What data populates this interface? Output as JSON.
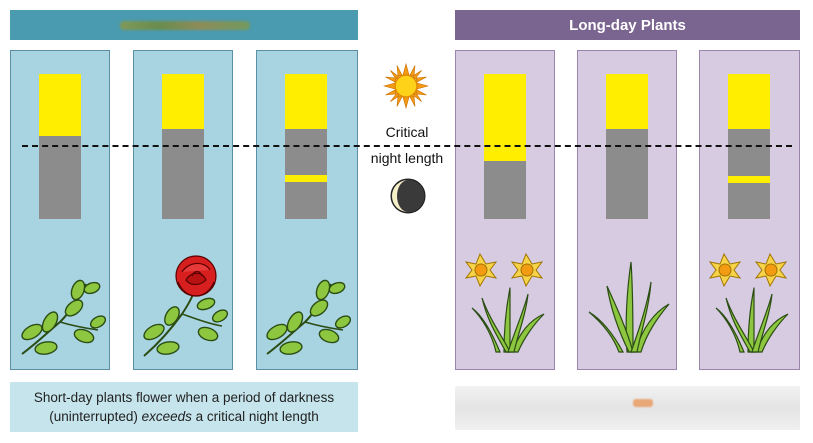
{
  "header": {
    "long_day_title": "Long-day Plants"
  },
  "center": {
    "critical_label_line1": "Critical",
    "critical_label_line2": "night length",
    "sun_icon": "sun-icon",
    "moon_icon": "moon-icon"
  },
  "caption": {
    "line1": "Short-day plants flower when a period of darkness",
    "line2_pre": "(uninterrupted) ",
    "line2_em": "exceeds",
    "line2_post": " a critical night length"
  },
  "panels": [
    {
      "group": "short-day",
      "flash": false,
      "flowering": false,
      "plant": "leafy-branch-icon"
    },
    {
      "group": "short-day",
      "flash": false,
      "flowering": true,
      "plant": "red-rose-icon"
    },
    {
      "group": "short-day",
      "flash": true,
      "flowering": false,
      "plant": "leafy-branch-icon"
    },
    {
      "group": "long-day",
      "flash": false,
      "flowering": true,
      "plant": "daffodil-icon"
    },
    {
      "group": "long-day",
      "flash": false,
      "flowering": false,
      "plant": "grass-leaves-icon"
    },
    {
      "group": "long-day",
      "flash": true,
      "flowering": true,
      "plant": "daffodil-icon"
    }
  ],
  "colors": {
    "short_day_panel": "#a8d4e2",
    "long_day_panel": "#d7cbe2",
    "light_period": "#ffee00",
    "dark_period": "#8c8c8c",
    "rose": "#d81f1f",
    "daffodil": "#f7cc35",
    "leaf": "#8dc63f"
  }
}
